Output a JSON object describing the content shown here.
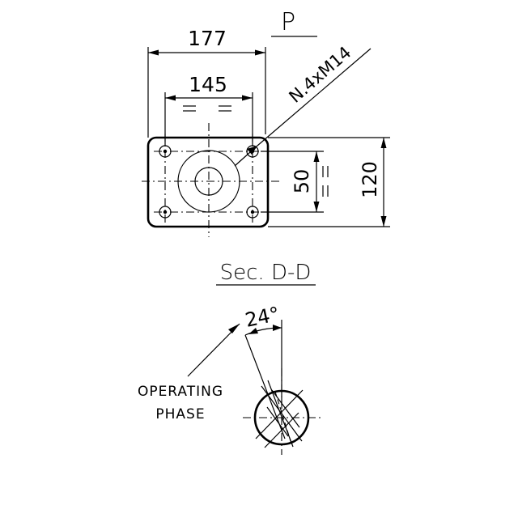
{
  "view_p": {
    "label": "P",
    "dim_overall_width": "177",
    "dim_hole_spacing_x": "145",
    "thread_callout": "N.4xM14",
    "dim_hole_spacing_y": "50",
    "dim_overall_height": "120"
  },
  "section_dd": {
    "label": "Sec. D-D",
    "angle": "24°",
    "note_line1": "OPERATING",
    "note_line2": "PHASE"
  }
}
